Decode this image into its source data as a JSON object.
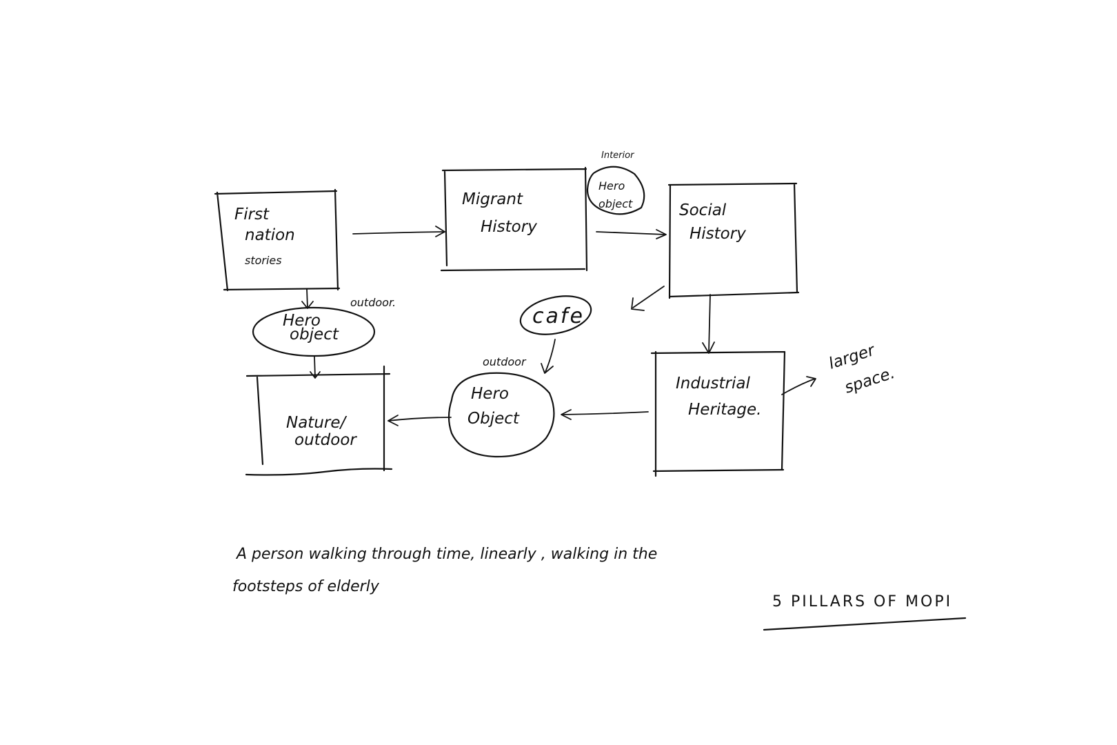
{
  "nodes": {
    "first_nation": {
      "lines": [
        "First",
        "nation",
        "stories"
      ]
    },
    "migrant": {
      "lines": [
        "Migrant",
        "History"
      ]
    },
    "social": {
      "lines": [
        "Social",
        "History"
      ]
    },
    "industrial": {
      "lines": [
        "Industrial",
        "Heritage."
      ]
    },
    "nature": {
      "lines": [
        "Nature/",
        "outdoor"
      ]
    }
  },
  "hero_objects": {
    "interior": {
      "lines": [
        "Hero",
        "object"
      ],
      "tag": "Interior"
    },
    "outdoor_top": {
      "lines": [
        "Hero",
        "object"
      ],
      "tag": "outdoor."
    },
    "outdoor_bottom": {
      "lines": [
        "Hero",
        "Object"
      ],
      "tag": "outdoor"
    }
  },
  "cafe": {
    "label": "cafe"
  },
  "larger_space": {
    "lines": [
      "larger",
      "space."
    ]
  },
  "note": {
    "line1": "A person walking through time, linearly , walking in the",
    "line2": "footsteps of elderly"
  },
  "title": "5 PILLARS OF MOPI"
}
